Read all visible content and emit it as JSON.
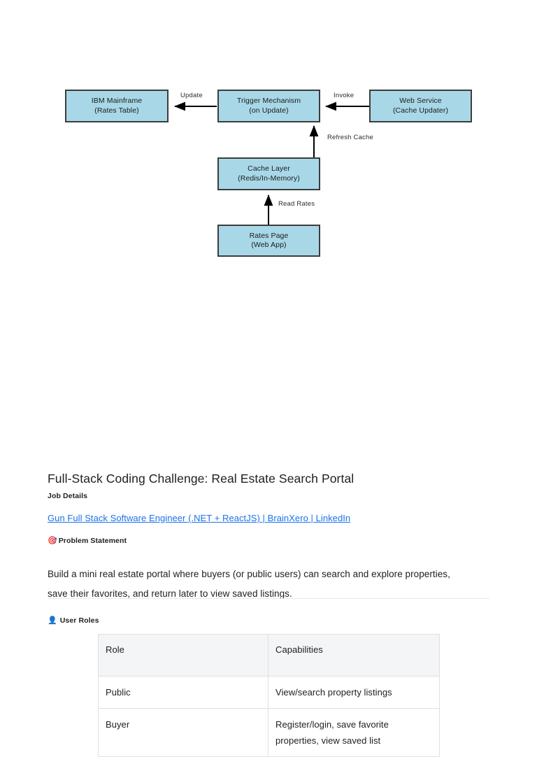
{
  "diagram": {
    "boxes": [
      {
        "id": "ibm-mainframe",
        "line1": "IBM Mainframe",
        "line2": "(Rates Table)"
      },
      {
        "id": "trigger-mechanism",
        "line1": "Trigger Mechanism",
        "line2": "(on Update)"
      },
      {
        "id": "web-service",
        "line1": "Web Service",
        "line2": "(Cache Updater)"
      },
      {
        "id": "cache-layer",
        "line1": "Cache Layer",
        "line2": "(Redis/In-Memory)"
      },
      {
        "id": "rates-page",
        "line1": "Rates Page",
        "line2": "(Web App)"
      }
    ],
    "edge_labels": {
      "update": "Update",
      "invoke": "Invoke",
      "refresh_cache": "Refresh Cache",
      "read_rates": "Read Rates"
    },
    "colors": {
      "box_fill": "#a8d8e8",
      "box_border": "#3c3c3c",
      "arrow": "#000000"
    }
  },
  "document": {
    "title": "Full-Stack Coding Challenge: Real Estate Search Portal",
    "job_details_heading": "Job Details",
    "job_link": "Gun Full Stack Software Engineer (.NET + ReactJS) | BrainXero | LinkedIn",
    "link_color": "#1a73e8",
    "problem_statement": {
      "icon": "target-icon",
      "icon_glyph": "🎯",
      "heading": "Problem Statement",
      "body": "Build a mini real estate portal where buyers (or public users) can search and explore properties, save their favorites, and return later to view saved listings."
    },
    "user_roles": {
      "icon": "person-icon",
      "icon_glyph": "👤",
      "heading": "User Roles",
      "table": {
        "columns": [
          "Role",
          "Capabilities"
        ],
        "rows": [
          [
            "Public",
            "View/search property listings"
          ],
          [
            "Buyer",
            "Register/login, save favorite properties, view saved list"
          ]
        ]
      }
    }
  }
}
